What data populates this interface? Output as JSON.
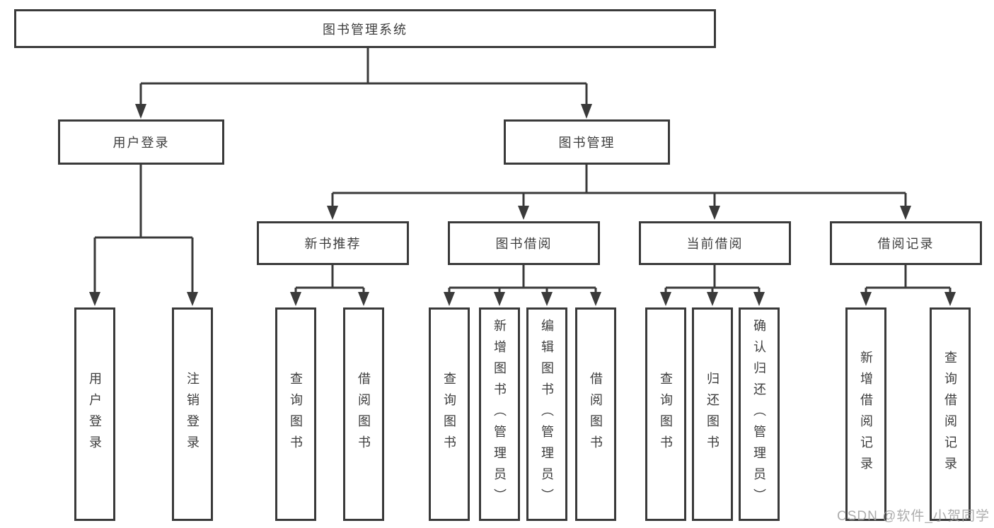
{
  "diagram": {
    "root": {
      "label": "图书管理系统"
    },
    "branches": [
      {
        "label": "用户登录",
        "children": [
          {
            "label": "用户登录"
          },
          {
            "label": "注销登录"
          }
        ]
      },
      {
        "label": "图书管理",
        "children": [
          {
            "label": "新书推荐",
            "children": [
              {
                "label": "查询图书"
              },
              {
                "label": "借阅图书"
              }
            ]
          },
          {
            "label": "图书借阅",
            "children": [
              {
                "label": "查询图书"
              },
              {
                "label": "新增图书（管理员）"
              },
              {
                "label": "编辑图书（管理员）"
              },
              {
                "label": "借阅图书"
              }
            ]
          },
          {
            "label": "当前借阅",
            "children": [
              {
                "label": "查询图书"
              },
              {
                "label": "归还图书"
              },
              {
                "label": "确认归还（管理员）"
              }
            ]
          },
          {
            "label": "借阅记录",
            "children": [
              {
                "label": "新增借阅记录"
              },
              {
                "label": "查询借阅记录"
              }
            ]
          }
        ]
      }
    ]
  },
  "watermark": {
    "text": "CSDN @软件_小贺同学",
    "color": "#9e9e9e"
  },
  "colors": {
    "line": "#3a3a3a",
    "box_border": "#3a3a3a",
    "text": "#3d3d3d",
    "box_background": "#ffffff",
    "page_background": "#ffffff"
  }
}
